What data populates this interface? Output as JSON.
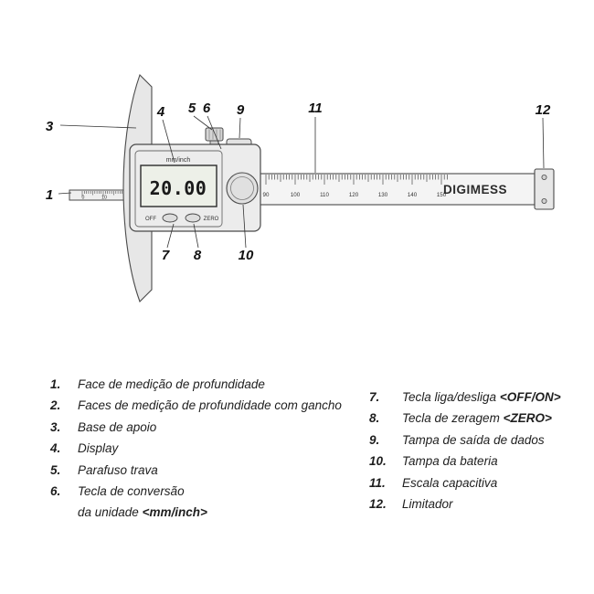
{
  "diagram": {
    "display": {
      "unit_label": "mm/inch",
      "value": "20.00",
      "off_label": "OFF",
      "zero_label": "ZERO"
    },
    "brand": "DIGIMESS",
    "beam_scale_numbers": [
      "90",
      "100",
      "110",
      "120",
      "130",
      "140",
      "150"
    ],
    "rod_scale_numbers": [
      "0",
      "10"
    ],
    "callouts": {
      "n1": "1",
      "n3": "3",
      "n4": "4",
      "n5": "5",
      "n6": "6",
      "n7": "7",
      "n8": "8",
      "n9": "9",
      "n10": "10",
      "n11": "11",
      "n12": "12"
    }
  },
  "legend": {
    "left": [
      {
        "num": "1.",
        "text": "Face de medição de profundidade"
      },
      {
        "num": "2.",
        "text": "Faces de medição de profundidade com gancho"
      },
      {
        "num": "3.",
        "text": "Base de apoio"
      },
      {
        "num": "4.",
        "text": "Display"
      },
      {
        "num": "5.",
        "text": "Parafuso trava"
      },
      {
        "num": "6.",
        "text": "Tecla de conversão",
        "line2": "da unidade ",
        "line2_strong": "<mm/inch>"
      }
    ],
    "right": [
      {
        "num": "7.",
        "text": "Tecla liga/desliga ",
        "strong": "<OFF/ON>"
      },
      {
        "num": "8.",
        "text": "Tecla de zeragem ",
        "strong": "<ZERO>"
      },
      {
        "num": "9.",
        "text": "Tampa de saída de dados"
      },
      {
        "num": "10.",
        "text": "Tampa da bateria"
      },
      {
        "num": "11.",
        "text": "Escala capacitiva"
      },
      {
        "num": "12.",
        "text": "Limitador"
      }
    ]
  }
}
